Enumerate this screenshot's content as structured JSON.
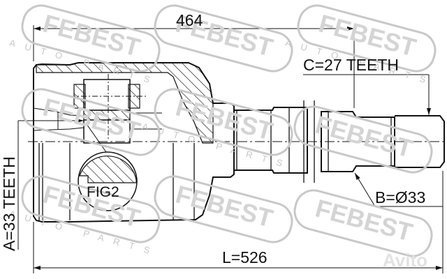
{
  "brand_watermark": {
    "text": "FEBEST",
    "subtext": "AUTO PARTS",
    "color": "#c8c8c8"
  },
  "site_watermark": {
    "text": "Avito",
    "color": "#e2e2e2"
  },
  "diagram": {
    "subject": "inner CV joint drive shaft",
    "dimensions": {
      "top_length": "464",
      "c_teeth": "C=27 TEETH",
      "b_diameter": "B=Ø33",
      "total_length": "L=526",
      "a_teeth": "A=33 TEETH"
    },
    "callouts": {
      "fig": "FIG2"
    }
  },
  "colors": {
    "line": "#111111",
    "background": "#ffffff"
  }
}
